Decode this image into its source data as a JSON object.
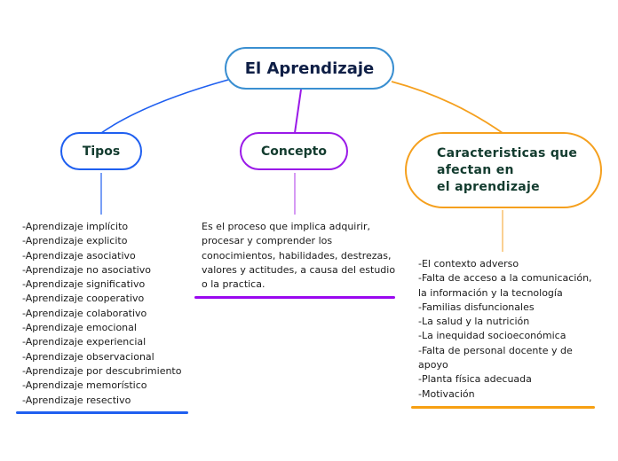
{
  "root": {
    "title": "El Aprendizaje"
  },
  "branches": [
    {
      "label": "Tipos",
      "color": "#1f5ff0",
      "items": [
        "-Aprendizaje implícito",
        "-Aprendizaje explicito",
        "-Aprendizaje asociativo",
        "-Aprendizaje no asociativo",
        "-Aprendizaje significativo",
        "-Aprendizaje cooperativo",
        "-Aprendizaje colaborativo",
        "-Aprendizaje emocional",
        "-Aprendizaje experiencial",
        "-Aprendizaje observacional",
        "-Aprendizaje por descubrimiento",
        "-Aprendizaje memorístico",
        "-Aprendizaje resectivo"
      ],
      "text": "-Aprendizaje implícito\n-Aprendizaje explicito\n-Aprendizaje asociativo\n-Aprendizaje no asociativo\n-Aprendizaje significativo\n-Aprendizaje cooperativo\n-Aprendizaje colaborativo\n-Aprendizaje emocional\n-Aprendizaje experiencial\n-Aprendizaje observacional\n-Aprendizaje por descubrimiento\n-Aprendizaje memorístico\n-Aprendizaje resectivo"
    },
    {
      "label": "Concepto",
      "color": "#9a19e8",
      "text": "Es el proceso que implica adquirir,\nprocesar y comprender los\nconocimientos, habilidades, destrezas,\nvalores y actitudes, a causa del estudio\no la practica."
    },
    {
      "label": "Caracteristicas que\nafectan en\nel aprendizaje",
      "color": "#f5a01e",
      "items": [
        "-El contexto adverso",
        "-Falta de acceso a la comunicación,\n la información y la tecnología",
        "-Familias disfuncionales",
        "-La salud y la nutrición",
        "-La inequidad socioeconómica",
        "-Falta de personal docente y de\n apoyo",
        "-Planta física adecuada",
        "-Motivación"
      ],
      "text": "-El contexto adverso\n-Falta de acceso a la comunicación,\n la información y la tecnología\n-Familias disfuncionales\n-La salud y la nutrición\n-La inequidad socioeconómica\n-Falta de personal docente y de\n apoyo\n-Planta física adecuada\n-Motivación"
    }
  ],
  "colors": {
    "root_border": "#3a8fd1",
    "blue": "#1f5ff0",
    "purple": "#9a19e8",
    "orange": "#f5a01e",
    "node_text": "#123b2e",
    "root_text": "#0f1f46"
  }
}
